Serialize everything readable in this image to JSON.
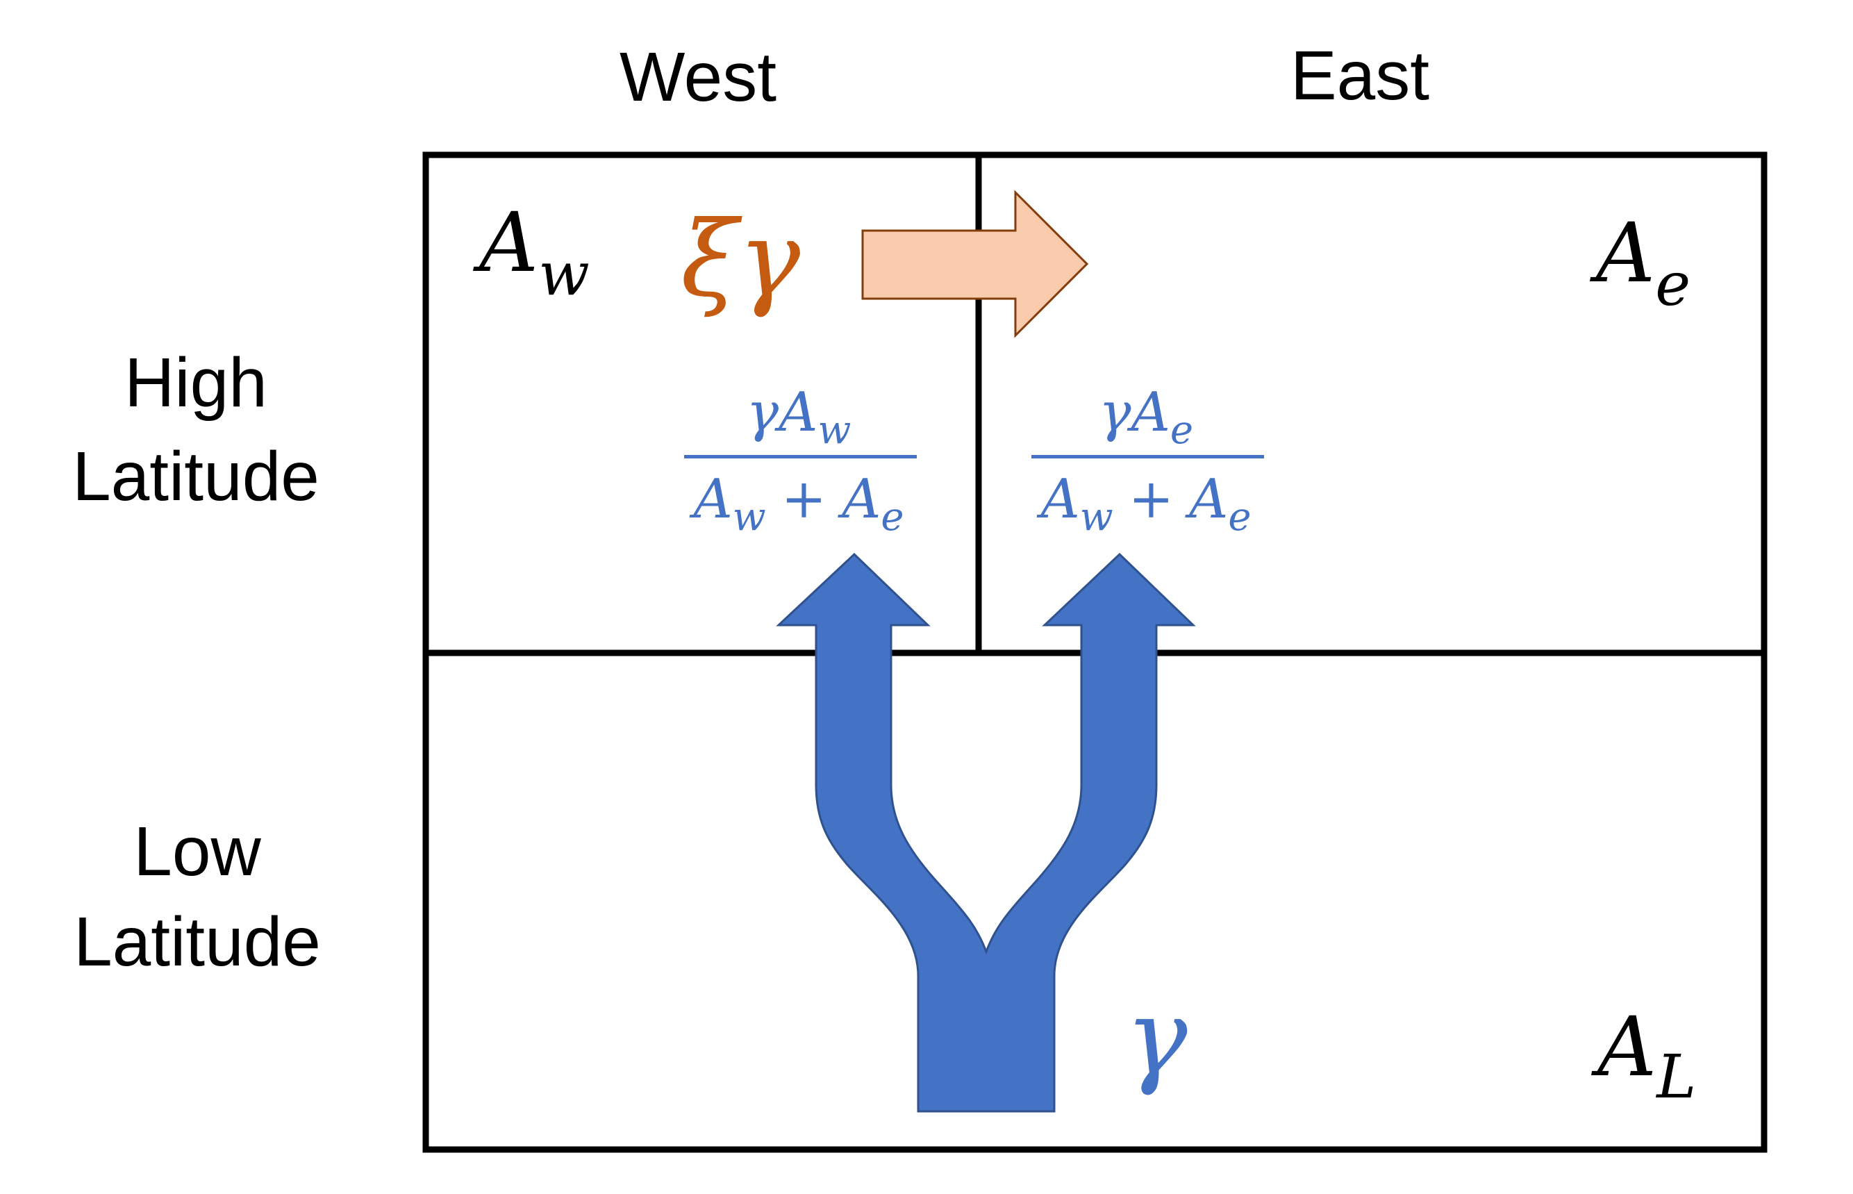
{
  "column_labels": {
    "west": "West",
    "east": "East"
  },
  "row_labels": {
    "high_line1": "High",
    "high_line2": "Latitude",
    "low_line1": "Low",
    "low_line2": "Latitude"
  },
  "boxes": {
    "west": {
      "symbol": "A",
      "subscript": "w"
    },
    "east": {
      "symbol": "A",
      "subscript": "e"
    },
    "low": {
      "symbol": "A",
      "subscript": "L"
    }
  },
  "fluxes": {
    "zonal": {
      "label": "ξγ",
      "color": "#c55a11",
      "arrow_fill": "#f8cbad",
      "arrow_stroke": "#843c0c"
    },
    "meridional": {
      "label": "γ",
      "color": "#4472c4",
      "arrow_fill": "#4472c4",
      "arrow_stroke": "#2f528f"
    },
    "west_branch": {
      "num_gamma": "γ",
      "num_A": "A",
      "num_sub": "w",
      "den_A1": "A",
      "den_sub1": "w",
      "den_op": "+",
      "den_A2": "A",
      "den_sub2": "e"
    },
    "east_branch": {
      "num_gamma": "γ",
      "num_A": "A",
      "num_sub": "e",
      "den_A1": "A",
      "den_sub1": "w",
      "den_op": "+",
      "den_A2": "A",
      "den_sub2": "e"
    }
  },
  "colors": {
    "grid": "#000000",
    "text": "#000000",
    "fraction": "#4472c4"
  }
}
